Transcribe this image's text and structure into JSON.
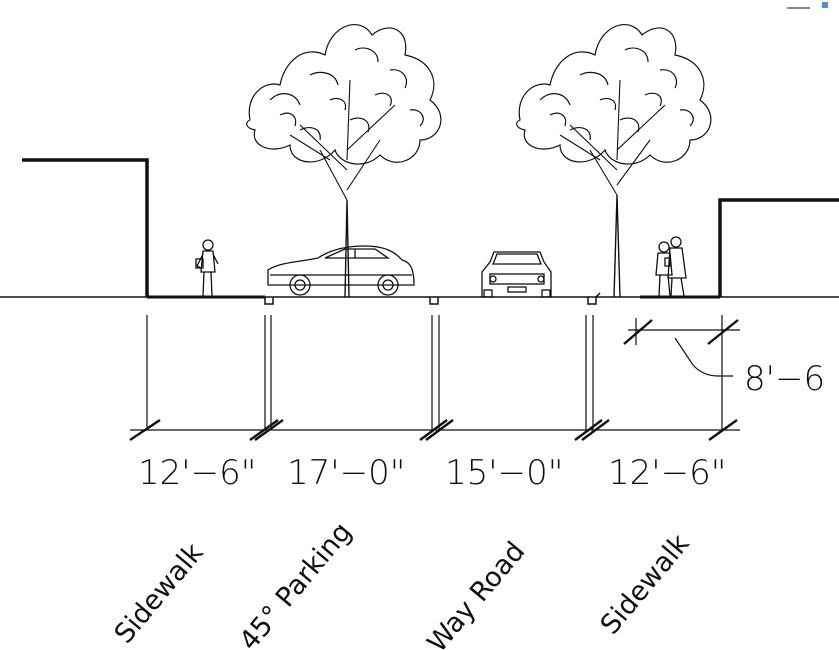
{
  "dimensions": [
    {
      "label": "12'−6\""
    },
    {
      "label": "17'−0\""
    },
    {
      "label": "15'−0\""
    },
    {
      "label": "12'−6\""
    }
  ],
  "setback_dimension": "8'−6",
  "zones": [
    {
      "label": "Sidewalk"
    },
    {
      "label": "45° Parking"
    },
    {
      "label": "Way Road"
    },
    {
      "label": "Sidewalk"
    }
  ],
  "icons": [
    "tree-icon",
    "car-side-icon",
    "car-front-icon",
    "pedestrian-icon",
    "couple-walking-icon",
    "building-outline"
  ]
}
